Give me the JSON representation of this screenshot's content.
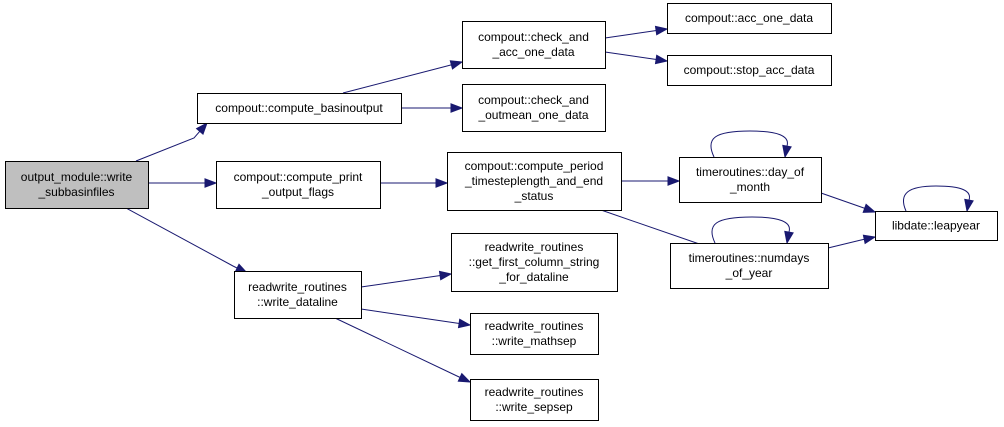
{
  "diagram": {
    "colors": {
      "root_fill": "#bfbfbf",
      "node_fill": "#ffffff",
      "node_border": "#000000",
      "edge": "#191970"
    },
    "nodes": [
      {
        "id": "write_subbasinfiles",
        "root": true,
        "lines": [
          "output_module::write",
          "_subbasinfiles"
        ]
      },
      {
        "id": "compute_basinoutput",
        "lines": [
          "compout::compute_basinoutput"
        ]
      },
      {
        "id": "compute_print_output_flags",
        "lines": [
          "compout::compute_print",
          "_output_flags"
        ]
      },
      {
        "id": "write_dataline",
        "lines": [
          "readwrite_routines",
          "::write_dataline"
        ]
      },
      {
        "id": "check_and_acc_one_data",
        "lines": [
          "compout::check_and",
          "_acc_one_data"
        ]
      },
      {
        "id": "check_and_outmean_one_data",
        "lines": [
          "compout::check_and",
          "_outmean_one_data"
        ]
      },
      {
        "id": "compute_period",
        "lines": [
          "compout::compute_period",
          "_timesteplength_and_end",
          "_status"
        ]
      },
      {
        "id": "get_first_column_string",
        "lines": [
          "readwrite_routines",
          "::get_first_column_string",
          "_for_dataline"
        ]
      },
      {
        "id": "write_mathsep",
        "lines": [
          "readwrite_routines",
          "::write_mathsep"
        ]
      },
      {
        "id": "write_sepsep",
        "lines": [
          "readwrite_routines",
          "::write_sepsep"
        ]
      },
      {
        "id": "acc_one_data",
        "lines": [
          "compout::acc_one_data"
        ]
      },
      {
        "id": "stop_acc_data",
        "lines": [
          "compout::stop_acc_data"
        ]
      },
      {
        "id": "day_of_month",
        "lines": [
          "timeroutines::day_of",
          "_month"
        ]
      },
      {
        "id": "numdays_of_year",
        "lines": [
          "timeroutines::numdays",
          "_of_year"
        ]
      },
      {
        "id": "leapyear",
        "lines": [
          "libdate::leapyear"
        ]
      }
    ],
    "edges": [
      {
        "from": "write_subbasinfiles",
        "to": "compute_basinoutput"
      },
      {
        "from": "write_subbasinfiles",
        "to": "compute_print_output_flags"
      },
      {
        "from": "write_subbasinfiles",
        "to": "write_dataline"
      },
      {
        "from": "compute_basinoutput",
        "to": "check_and_acc_one_data"
      },
      {
        "from": "compute_basinoutput",
        "to": "check_and_outmean_one_data"
      },
      {
        "from": "check_and_acc_one_data",
        "to": "acc_one_data"
      },
      {
        "from": "check_and_acc_one_data",
        "to": "stop_acc_data"
      },
      {
        "from": "compute_print_output_flags",
        "to": "compute_period"
      },
      {
        "from": "compute_period",
        "to": "day_of_month"
      },
      {
        "from": "compute_period",
        "to": "numdays_of_year"
      },
      {
        "from": "day_of_month",
        "to": "day_of_month"
      },
      {
        "from": "day_of_month",
        "to": "leapyear"
      },
      {
        "from": "numdays_of_year",
        "to": "numdays_of_year"
      },
      {
        "from": "numdays_of_year",
        "to": "leapyear"
      },
      {
        "from": "leapyear",
        "to": "leapyear"
      },
      {
        "from": "write_dataline",
        "to": "get_first_column_string"
      },
      {
        "from": "write_dataline",
        "to": "write_mathsep"
      },
      {
        "from": "write_dataline",
        "to": "write_sepsep"
      }
    ]
  }
}
